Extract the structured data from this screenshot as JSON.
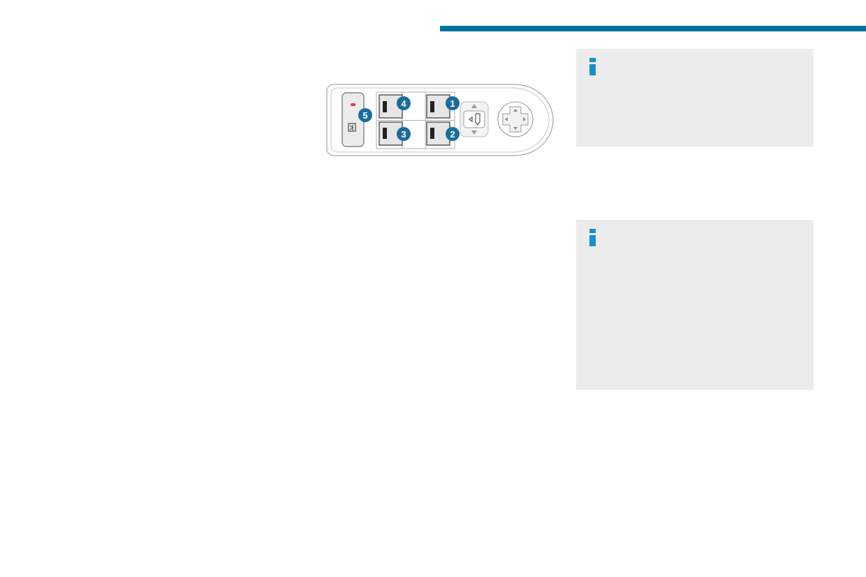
{
  "document": {
    "header_bar_color": "#00729b",
    "info_box_color": "#ececec",
    "info_icon_name": "info-icon"
  },
  "illustration": {
    "description_icons": [
      "window-switch-icon",
      "child-lock-icon",
      "mirror-fold-icon",
      "mirror-adjust-joystick-icon"
    ],
    "callouts": [
      "1",
      "2",
      "3",
      "4",
      "5"
    ],
    "callout_color": "#1a6d9b",
    "indicator_led_color": "#e03b3b"
  }
}
